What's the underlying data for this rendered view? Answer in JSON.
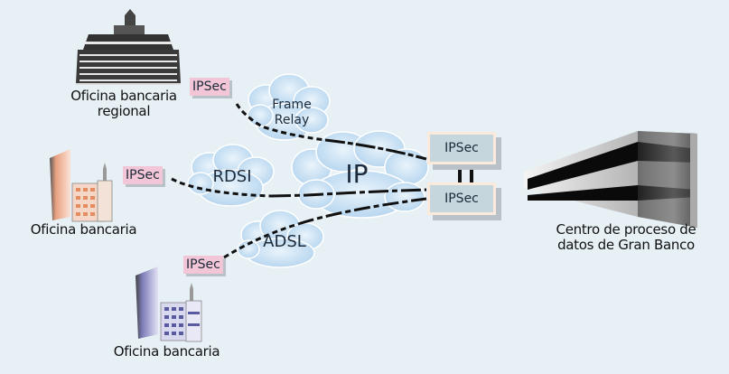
{
  "diagram": {
    "sites": {
      "regional": {
        "label_line1": "Oficina bancaria",
        "label_line2": "regional"
      },
      "branch1": {
        "label": "Oficina bancaria"
      },
      "branch2": {
        "label": "Oficina bancaria"
      },
      "datacenter": {
        "label_line1": "Centro de proceso de",
        "label_line2": "datos de Gran Banco"
      }
    },
    "ipsec_label": "IPSec",
    "networks": {
      "frame_relay": {
        "line1": "Frame",
        "line2": "Relay"
      },
      "rdsi": "RDSI",
      "ip": "IP",
      "adsl": "ADSL"
    },
    "colors": {
      "background": "#e6f0f5",
      "ipsec_tag": "#f2c6d6",
      "gateway_box": "#c5d6dd",
      "cloud": "#c7e1f4"
    }
  }
}
